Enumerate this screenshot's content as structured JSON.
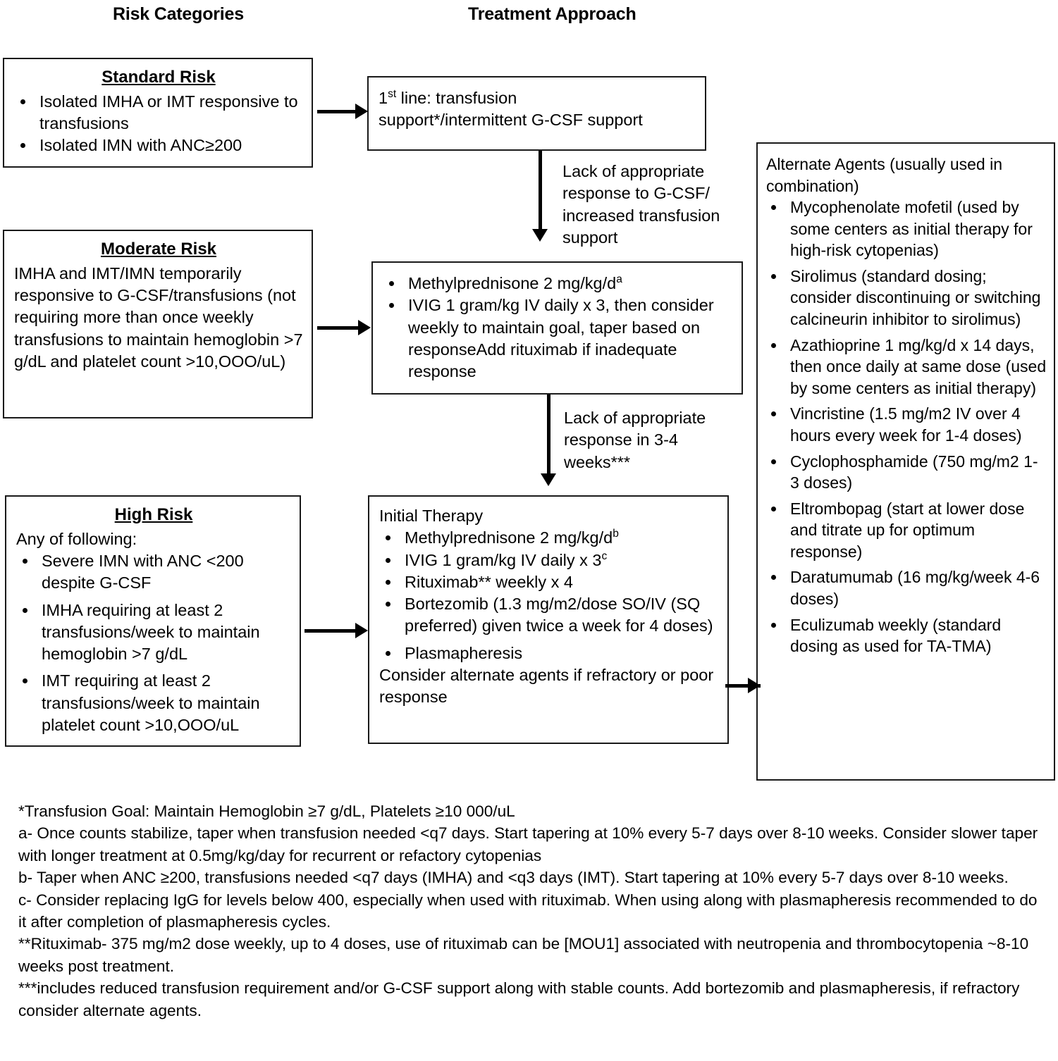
{
  "columns": {
    "risk_title": "Risk Categories",
    "treatment_title": "Treatment Approach"
  },
  "risk_boxes": [
    {
      "id": "standard",
      "heading": "Standard Risk",
      "bullets": [
        "Isolated IMHA or IMT responsive to transfusions",
        "Isolated IMN with ANC≥200"
      ]
    },
    {
      "id": "moderate",
      "heading": "Moderate Risk",
      "body": "IMHA and IMT/IMN temporarily responsive to G-CSF/transfusions (not requiring more than once weekly transfusions to maintain hemoglobin >7 g/dL and platelet count >10,OOO/uL)"
    },
    {
      "id": "high",
      "heading": "High Risk",
      "intro": "Any of following:",
      "bullets": [
        "Severe IMN with ANC <200 despite G-CSF",
        "IMHA requiring at least 2 transfusions/week to maintain hemoglobin >7 g/dL",
        "IMT requiring at least 2 transfusions/week to maintain platelet count >10,OOO/uL"
      ]
    }
  ],
  "treatment_boxes": {
    "first_line": {
      "line1_prefix": "1",
      "line1_sup": "st",
      "line1_rest": " line: transfusion",
      "line2": "support*/intermittent G-CSF support"
    },
    "second_line": {
      "bullets": [
        {
          "text": "Methylprednisone 2 mg/kg/d",
          "sup": "a"
        },
        {
          "text": "IVIG 1 gram/kg IV daily x 3, then consider weekly to maintain goal, taper based on responseAdd rituximab if inadequate response",
          "sup": ""
        }
      ]
    },
    "initial_therapy": {
      "heading": "Initial Therapy",
      "bullets": [
        {
          "text": "Methylprednisone 2 mg/kg/d",
          "sup": "b"
        },
        {
          "text": "IVIG 1 gram/kg IV daily x 3",
          "sup": "c"
        },
        {
          "text": "Rituximab** weekly x 4",
          "sup": ""
        },
        {
          "text": "Bortezomib (1.3 mg/m2/dose SO/IV (SQ preferred) given twice a week for 4 doses)",
          "sup": ""
        },
        {
          "text": "Plasmapheresis",
          "sup": ""
        }
      ],
      "footer": "Consider alternate agents if refractory or poor response"
    }
  },
  "alternate_agents": {
    "heading": "Alternate Agents (usually used in combination)",
    "bullets": [
      "Mycophenolate mofetil (used by some centers as initial therapy for high-risk cytopenias)",
      "Sirolimus (standard dosing; consider discontinuing or switching calcineurin inhibitor to sirolimus)",
      "Azathioprine 1 mg/kg/d x 14 days, then once daily at same dose (used by some centers as initial therapy)",
      "Vincristine (1.5 mg/m2 IV over 4 hours every week for 1-4 doses)",
      "Cyclophosphamide (750 mg/m2 1-3 doses)",
      "Eltrombopag (start at lower dose and titrate up for optimum response)",
      "Daratumumab (16 mg/kg/week 4-6 doses)",
      "Eculizumab weekly (standard dosing as used for TA-TMA)"
    ]
  },
  "edge_labels": {
    "first_to_second": "Lack of appropriate\nresponse to G-CSF/\nincreased transfusion\nsupport",
    "second_to_initial": "Lack of appropriate\nresponse in 3-4\nweeks***"
  },
  "footnotes": [
    "*Transfusion Goal: Maintain Hemoglobin ≥7 g/dL, Platelets ≥10 000/uL",
    "a- Once counts stabilize, taper when transfusion needed <q7 days. Start tapering at 10% every 5-7 days over 8-10 weeks. Consider slower taper with longer treatment at 0.5mg/kg/day for recurrent or refactory cytopenias",
    "b- Taper when ANC ≥200, transfusions needed <q7 days (IMHA) and <q3 days (IMT). Start tapering at 10% every 5-7 days over 8-10 weeks.",
    "c- Consider replacing IgG for levels below 400, especially when used with rituximab. When using along with plasmapheresis recommended to do it after completion of plasmapheresis cycles.",
    "**Rituximab- 375 mg/m2 dose weekly, up to 4 doses, use of rituximab can be [MOU1] associated with neutropenia and thrombocytopenia ~8-10 weeks post treatment.",
    "***includes reduced transfusion requirement and/or G-CSF support along with stable counts. Add bortezomib and plasmapheresis, if refractory consider alternate agents."
  ],
  "colors": {
    "ink": "#000000",
    "border": "#1a1a1a",
    "background": "#ffffff"
  }
}
